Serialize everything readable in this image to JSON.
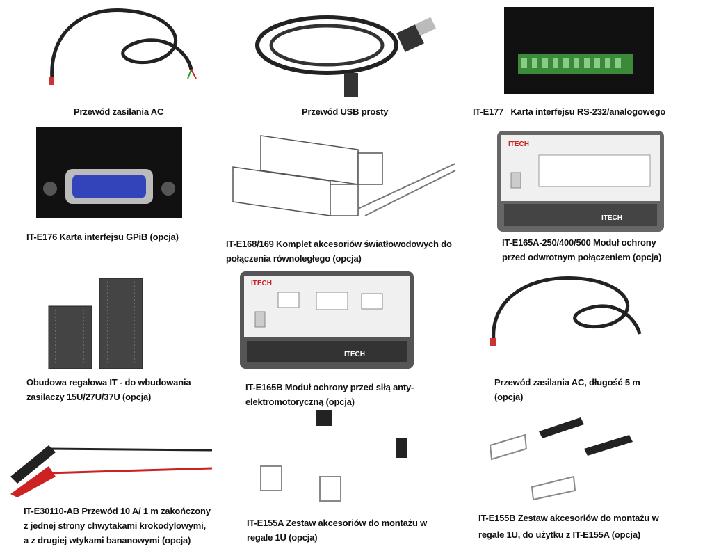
{
  "items": [
    {
      "lines": [
        "Przewód zasilania AC"
      ]
    },
    {
      "lines": [
        "Przewód USB prosty"
      ]
    },
    {
      "lines": [
        "IT-E177   Karta interfejsu RS-232/analogowego"
      ]
    },
    {
      "lines": [
        "IT-E176 Karta interfejsu GPiB (opcja)"
      ]
    },
    {
      "lines": [
        "IT-E168/169 Komplet akcesoriów światłowodowych do",
        "połączenia równoległego (opcja)"
      ]
    },
    {
      "lines": [
        "IT-E165A-250/400/500 Moduł ochrony",
        "przed odwrotnym połączeniem (opcja)"
      ]
    },
    {
      "lines": [
        "Obudowa regałowa IT - do wbudowania",
        "zasilaczy 15U/27U/37U (opcja)"
      ]
    },
    {
      "lines": [
        "IT-E165B Moduł ochrony przed siłą anty-",
        "elektromotoryczną (opcja)"
      ]
    },
    {
      "lines": [
        "Przewód zasilania AC, długość 5 m",
        "(opcja)"
      ]
    },
    {
      "lines": [
        "IT-E30110-AB Przewód 10 A/ 1 m zakończony",
        "z jednej strony chwytakami krokodylowymi,",
        "a z drugiej wtykami bananowymi (opcja)"
      ]
    },
    {
      "lines": [
        "IT-E155A Zestaw akcesoriów do montażu w",
        "regale 1U (opcja)"
      ]
    },
    {
      "lines": [
        "IT-E155B Zestaw akcesoriów do montażu w",
        "regale 1U, do użytku z IT-E155A (opcja)"
      ]
    }
  ],
  "logos": {
    "brand": "ITECH"
  }
}
